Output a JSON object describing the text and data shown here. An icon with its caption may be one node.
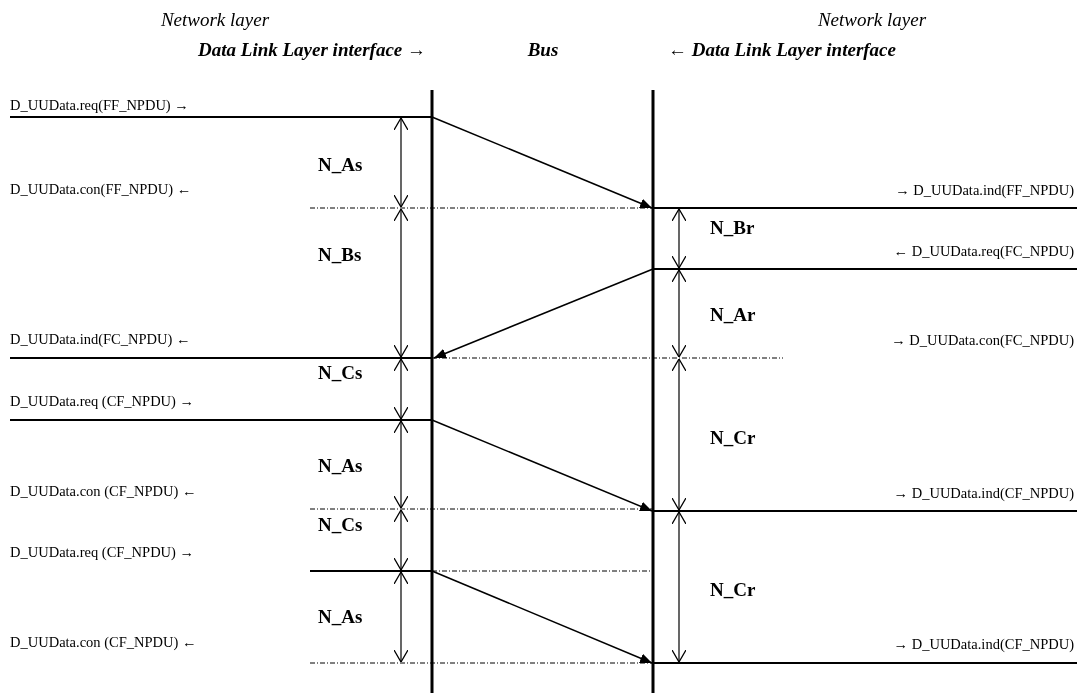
{
  "diagram": {
    "labels": [
      "Network layer",
      "Network layer",
      "Data Link Layer interface →",
      "Bus",
      "← Data Link Layer interface",
      "D_UUData.req(FF_NPDU) →",
      "N_As",
      "D_UUData.con(FF_NPDU) ←",
      "→ D_UUData.ind(FF_NPDU)",
      "N_Br",
      "N_Bs",
      "← D_UUData.req(FC_NPDU)",
      "N_Ar",
      "D_UUData.ind(FC_NPDU) ←",
      "→ D_UUData.con(FC_NPDU)",
      "N_Cs",
      "D_UUData.req (CF_NPDU) →",
      "N_Cr",
      "N_As",
      "D_UUData.con (CF_NPDU) ←",
      "→ D_UUData.ind(CF_NPDU)",
      "N_Cs",
      "D_UUData.req (CF_NPDU) →",
      "N_Cr",
      "N_As",
      "D_UUData.con (CF_NPDU) ←",
      "→ D_UUData.ind(CF_NPDU)"
    ]
  }
}
